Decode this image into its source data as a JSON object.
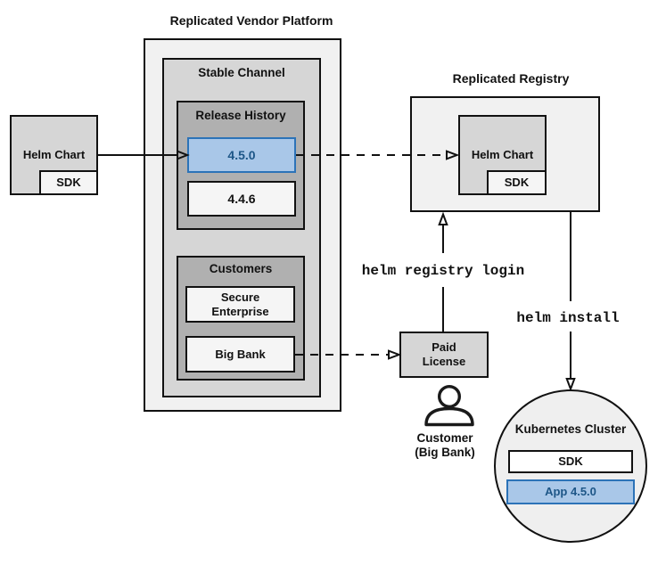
{
  "colors": {
    "accent_fill": "#A9C7E8",
    "accent_border": "#2C73B8",
    "accent_text": "#1D5687",
    "panel_light": "#F1F1F1",
    "panel_medium": "#D6D6D6",
    "panel_dark": "#B0B0B0",
    "item_light": "#F5F5F5",
    "line": "#111111"
  },
  "vendor_platform": {
    "title": "Replicated Vendor Platform",
    "stable_channel": {
      "title": "Stable Channel",
      "release_history": {
        "title": "Release History",
        "releases": [
          {
            "version": "4.5.0",
            "highlighted": true
          },
          {
            "version": "4.4.6",
            "highlighted": false
          }
        ]
      },
      "customers": {
        "title": "Customers",
        "items": [
          {
            "lines": [
              "Secure",
              "Enterprise"
            ]
          },
          {
            "lines": [
              "Big Bank"
            ]
          }
        ]
      }
    }
  },
  "helm_chart_source": {
    "label": "Helm Chart",
    "sdk": "SDK"
  },
  "registry": {
    "title": "Replicated Registry",
    "helm_chart": {
      "label": "Helm Chart",
      "sdk": "SDK"
    }
  },
  "paid_license": {
    "lines": [
      "Paid",
      "License"
    ]
  },
  "customer": {
    "icon": "person-icon",
    "lines": [
      "Customer",
      "(Big Bank)"
    ]
  },
  "kubernetes_cluster": {
    "title": "Kubernetes Cluster",
    "sdk": "SDK",
    "app": "App 4.5.0"
  },
  "commands": {
    "registry_login": "helm registry login",
    "install": "helm install"
  }
}
